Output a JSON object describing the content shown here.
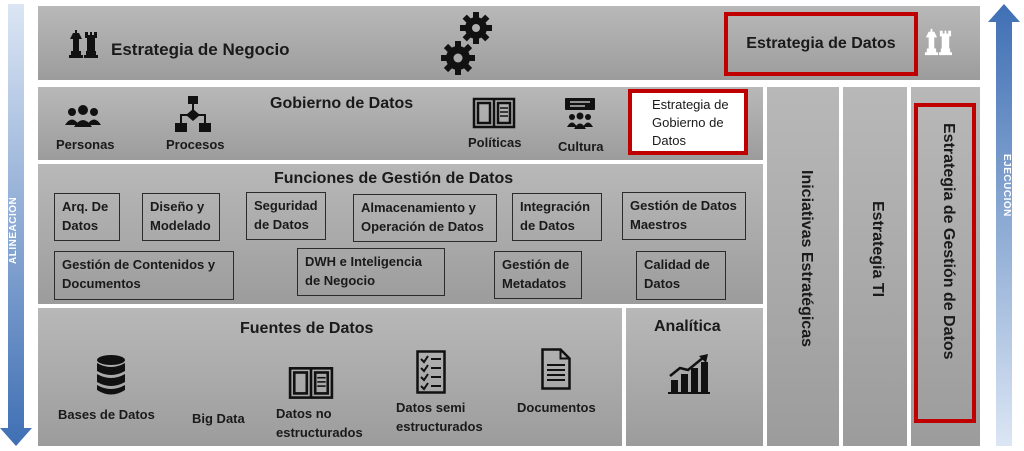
{
  "arrows": {
    "left_label": "ALINEACIÓN",
    "right_label": "EJECUCIÓN",
    "left_color": "#4a78b8",
    "right_color": "#4a78b8"
  },
  "top": {
    "business_strategy": "Estrategia de Negocio",
    "data_strategy": "Estrategia de Datos",
    "chess_icon": "chess-pieces-icon",
    "gears_icon": "gears-icon"
  },
  "governance": {
    "title": "Gobierno de Datos",
    "items": [
      {
        "label": "Personas",
        "icon": "people-icon"
      },
      {
        "label": "Procesos",
        "icon": "flowchart-icon"
      },
      {
        "label": "Políticas",
        "icon": "book-icon"
      },
      {
        "label": "Cultura",
        "icon": "presentation-icon"
      }
    ],
    "strategy": "Estrategia de Gobierno de Datos",
    "highlight_color": "#c00000"
  },
  "functions": {
    "title": "Funciones de Gestión de Datos",
    "boxes": [
      "Arq. De Datos",
      "Diseño y Modelado",
      "Seguridad de Datos",
      "Almacenamiento y Operación de Datos",
      "Integración de Datos",
      "Gestión de Datos Maestros",
      "Gestión de Contenidos y Documentos",
      "DWH e Inteligencia de Negocio",
      "Gestión de Metadatos",
      "Calidad de Datos"
    ]
  },
  "sources": {
    "title": "Fuentes de Datos",
    "items": [
      {
        "label": "Bases de Datos",
        "icon": "database-icon"
      },
      {
        "label": "Big Data"
      },
      {
        "label": "Datos no estructurados",
        "icon": "book-icon"
      },
      {
        "label": "Datos semi estructurados",
        "icon": "checklist-icon"
      },
      {
        "label": "Documentos",
        "icon": "document-icon"
      }
    ]
  },
  "analytics": {
    "title": "Analítica",
    "icon": "bar-chart-icon"
  },
  "columns": {
    "initiatives": "Iniciativas Estratégicas",
    "it_strategy": "Estrategia TI",
    "data_management": "Estrategia de Gestión de Datos"
  }
}
